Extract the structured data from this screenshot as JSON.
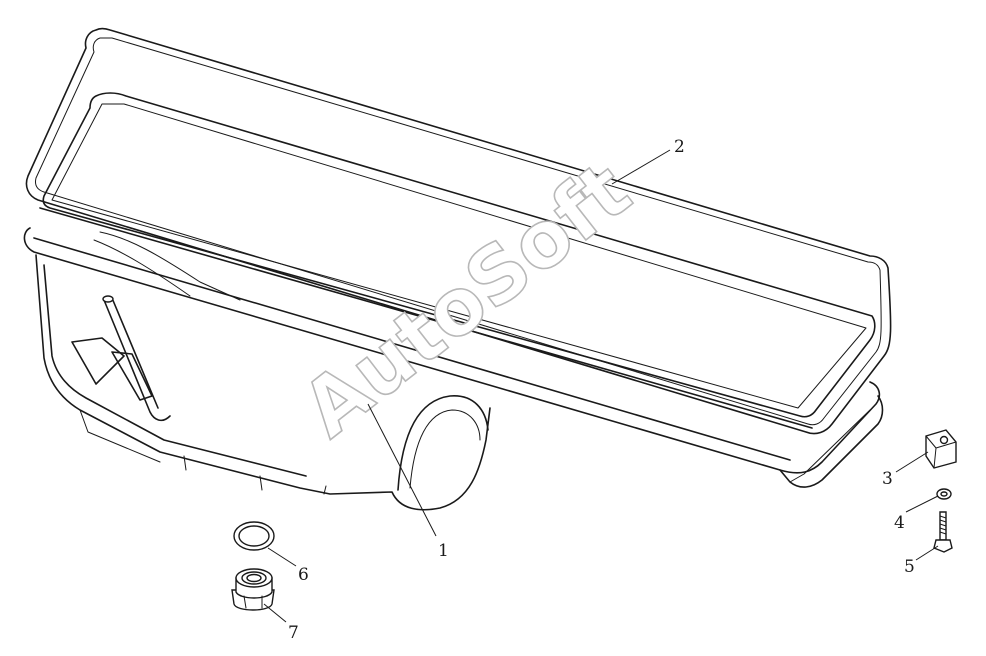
{
  "watermark": "AutoSoft",
  "callouts": [
    {
      "id": "1",
      "label": "1"
    },
    {
      "id": "2",
      "label": "2"
    },
    {
      "id": "3",
      "label": "3"
    },
    {
      "id": "4",
      "label": "4"
    },
    {
      "id": "5",
      "label": "5"
    },
    {
      "id": "6",
      "label": "6"
    },
    {
      "id": "7",
      "label": "7"
    }
  ]
}
